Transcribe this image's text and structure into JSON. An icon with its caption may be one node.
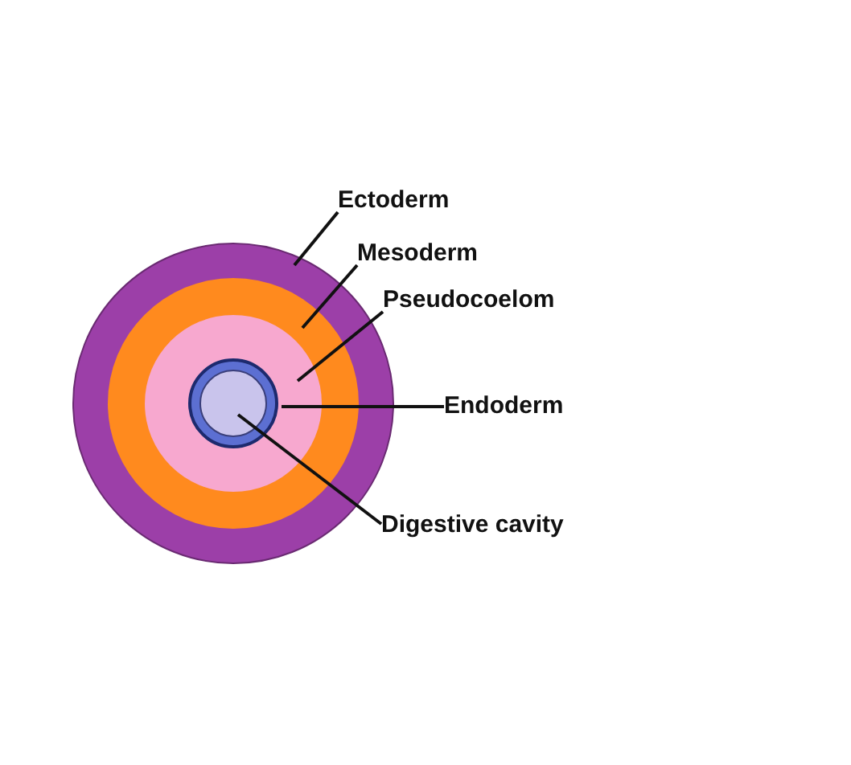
{
  "diagram": {
    "nodes": [
      {
        "text": [],
        "shape": "circle"
      },
      {
        "text": [],
        "shape": "circle",
        "in": 0
      },
      {
        "text": [],
        "shape": "circle",
        "in": 1
      },
      {
        "text": [],
        "shape": "circle",
        "in": 2
      },
      {
        "text": [],
        "shape": "circle",
        "in": 3
      },
      {
        "text": [
          "Ectoderm"
        ]
      },
      {
        "text": [
          "Mesoderm"
        ]
      },
      {
        "text": [
          "Pseudocoelom"
        ]
      },
      {
        "text": [
          "Endoderm"
        ]
      },
      {
        "text": [
          "Digestive cavity"
        ]
      }
    ],
    "edges": [
      {
        "from": 5,
        "to": 0,
        "arrow": "none"
      },
      {
        "from": 6,
        "to": 1,
        "arrow": "none"
      },
      {
        "from": 7,
        "to": 2,
        "arrow": "none"
      },
      {
        "from": 8,
        "to": 3,
        "arrow": "none"
      },
      {
        "from": 9,
        "to": 4,
        "arrow": "none"
      }
    ]
  }
}
